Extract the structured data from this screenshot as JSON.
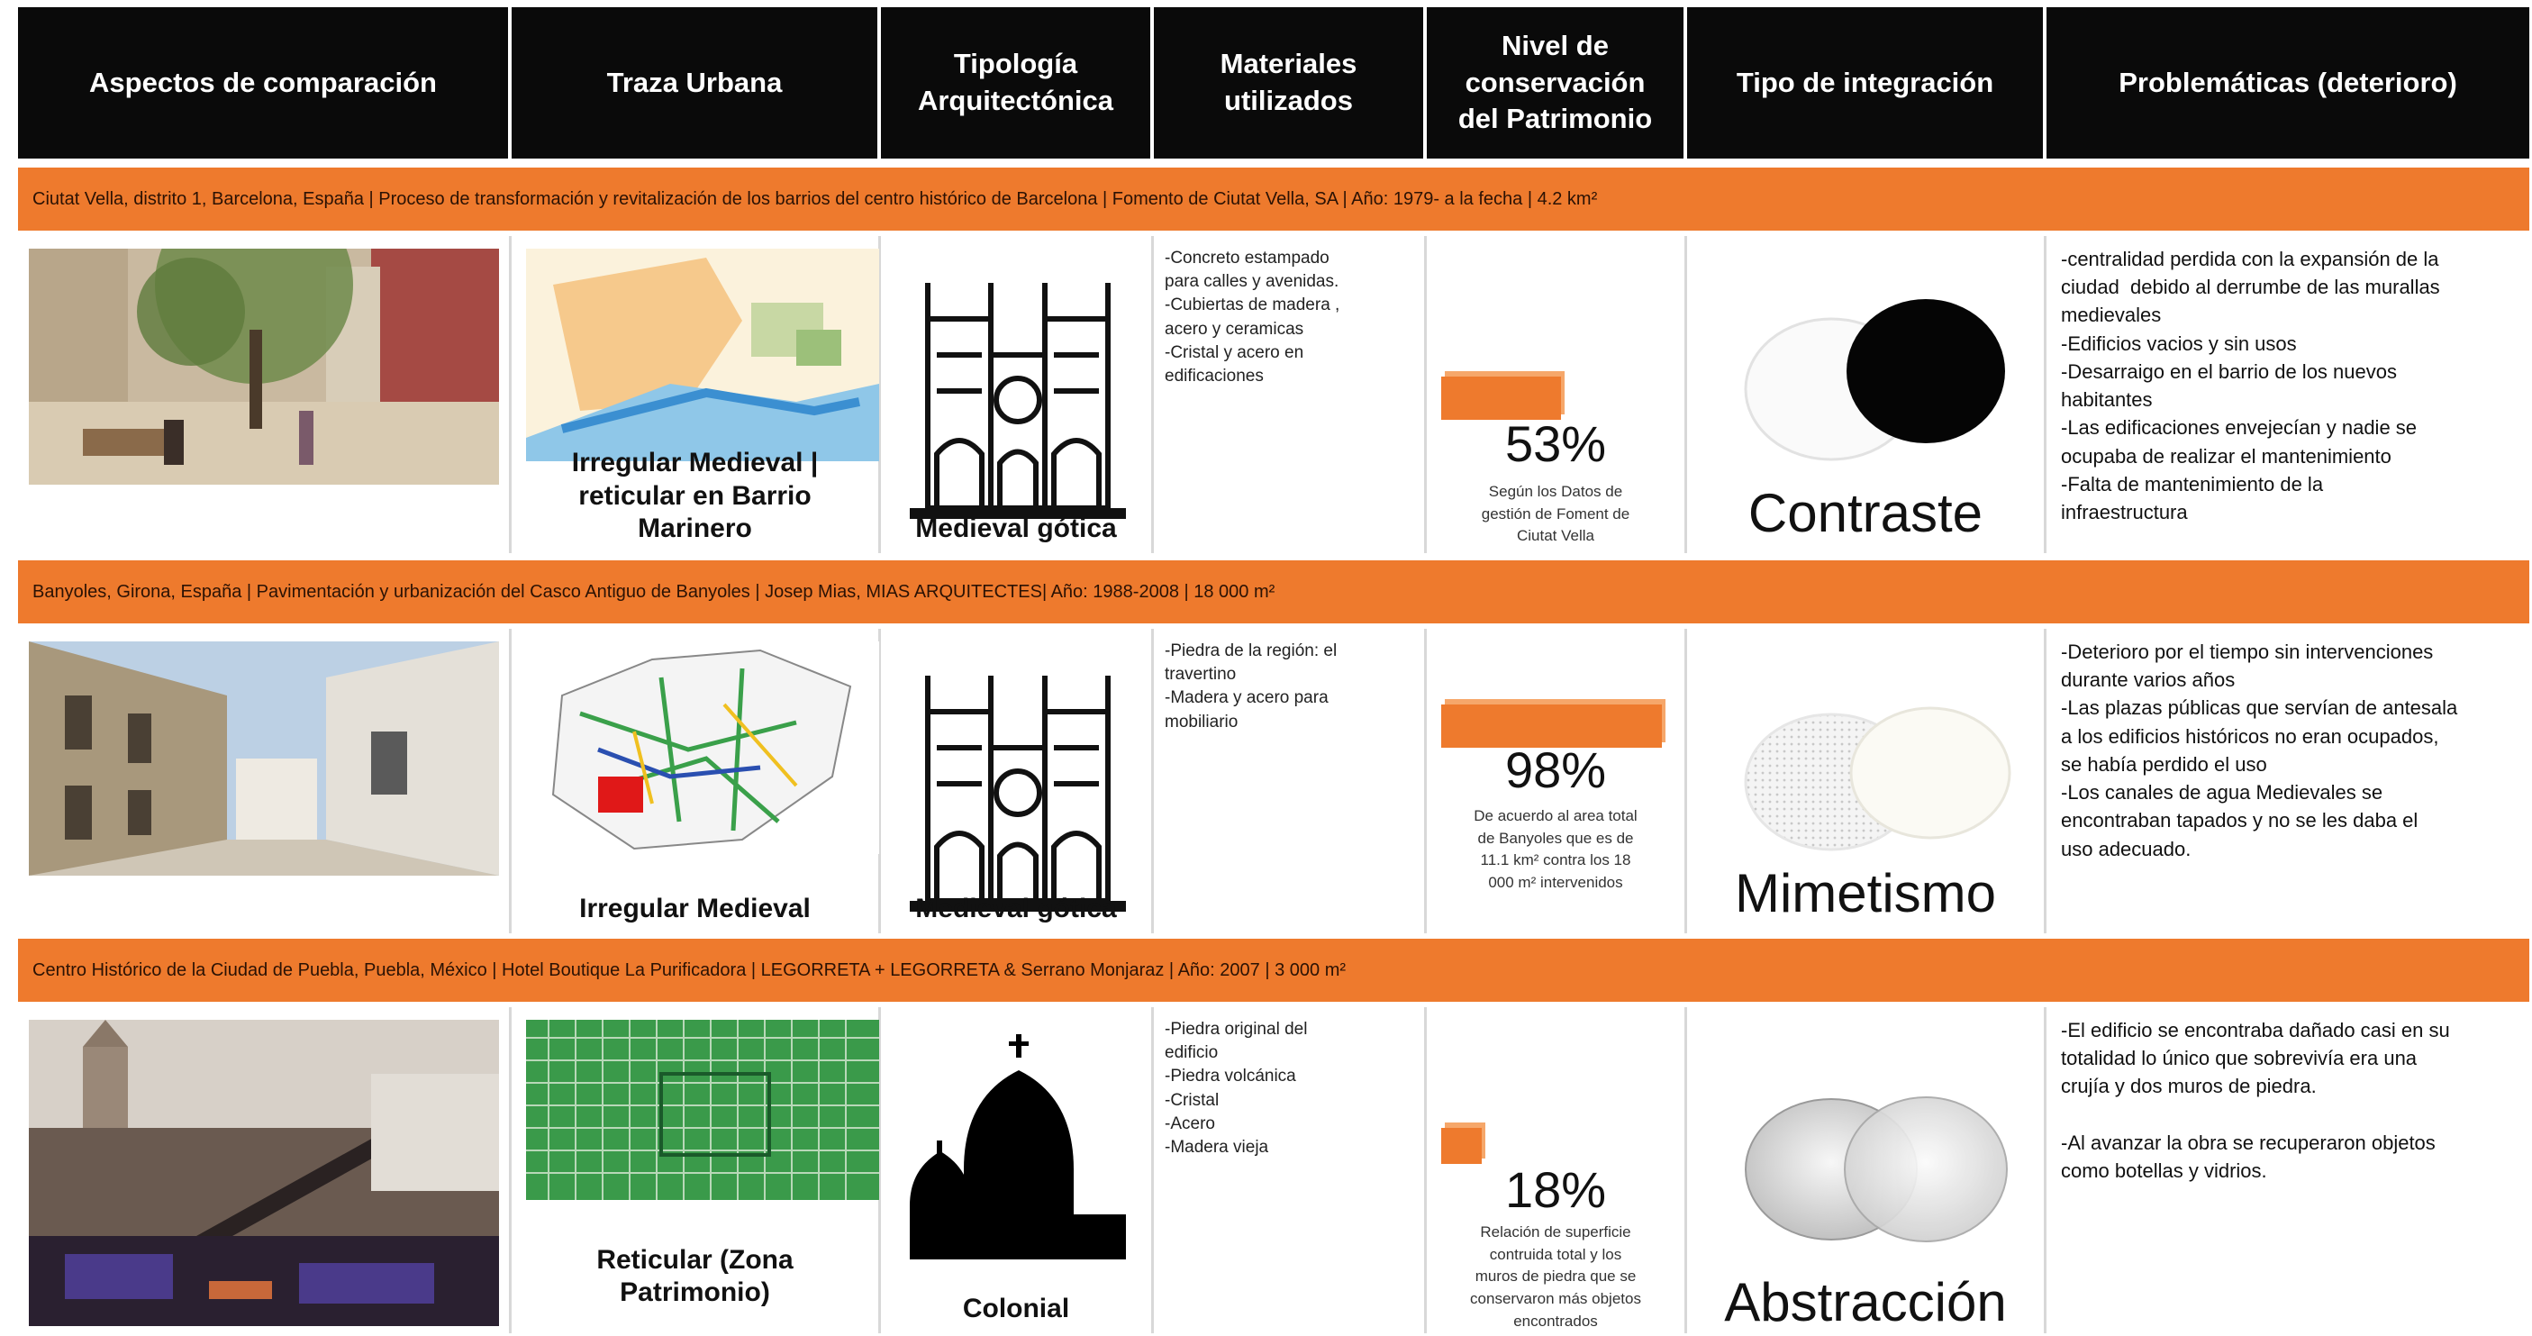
{
  "headers": [
    "Aspectos de comparación",
    "Traza Urbana",
    "Tipología\nArquitectónica",
    "Materiales\nutilizados",
    "Nivel de\nconservación\ndel Patrimonio",
    "Tipo de integración",
    "Problemáticas (deterioro)"
  ],
  "cases": [
    {
      "band": "Ciutat Vella, distrito 1, Barcelona, España | Proceso de transformación y revitalización de los barrios del centro histórico de Barcelona  | Fomento de Ciutat Vella, SA  | Año: 1979- a la fecha | 4.2 km²",
      "traza": "Irregular Medieval |\nreticular en Barrio\nMarinero",
      "tipologia": "Medieval gótica",
      "materiales": "-Concreto estampado\npara calles y avenidas.\n-Cubiertas de madera ,\nacero y ceramicas\n-Cristal y acero en\nedificaciones",
      "conservacion_pct": "53%",
      "conservacion_value": 53,
      "conservacion_note": "Según los Datos de\ngestión de Foment de\nCiutat Vella",
      "integracion": "Contraste",
      "problematicas": "-centralidad perdida con la expansión de la\nciudad  debido al derrumbe de las murallas\nmedievales\n-Edificios vacios y sin usos\n-Desarraigo en el barrio de los nuevos\nhabitantes\n-Las edificaciones envejecían y nadie se\nocupaba de realizar el mantenimiento\n-Falta de mantenimiento de la\ninfraestructura"
    },
    {
      "band": "Banyoles, Girona, España | Pavimentación y urbanización del Casco Antiguo de Banyoles | Josep Mias, MIAS ARQUITECTES| Año: 1988-2008 | 18 000 m²",
      "traza": "Irregular Medieval",
      "tipologia": "Medieval gótica",
      "materiales": "-Piedra de la región: el\ntravertino\n-Madera y acero para\nmobiliario",
      "conservacion_pct": "98%",
      "conservacion_value": 98,
      "conservacion_note": "De acuerdo al area total\nde Banyoles que es de\n11.1 km² contra los 18\n000 m² intervenidos",
      "integracion": "Mimetismo",
      "problematicas": "-Deterioro por el tiempo sin intervenciones\ndurante varios años\n-Las plazas públicas que servían de antesala\na los edificios históricos no eran ocupados,\nse había perdido el uso\n-Los canales de agua Medievales se\nencontraban tapados y no se les daba el\nuso adecuado."
    },
    {
      "band": "Centro Histórico de la Ciudad de Puebla, Puebla, México | Hotel Boutique La Purificadora | LEGORRETA + LEGORRETA & Serrano Monjaraz | Año: 2007 | 3 000  m²",
      "traza": "Reticular (Zona\nPatrimonio)",
      "tipologia": "Colonial",
      "materiales": "-Piedra original del\nedificio\n-Piedra volcánica\n-Cristal\n-Acero\n-Madera vieja",
      "conservacion_pct": "18%",
      "conservacion_value": 18,
      "conservacion_note": "Relación de superficie\ncontruida total y los\nmuros de piedra que se\nconservaron más objetos\nencontrados",
      "integracion": "Abstracción",
      "problematicas": "-El edificio se encontraba dañado casi en su\ntotalidad lo único que sobrevivía era una\ncrujía y dos muros de piedra.\n\n-Al avanzar la obra se recuperaron objetos\ncomo botellas y vidrios."
    }
  ],
  "colors": {
    "header_bg": "#0a0a0a",
    "band": "#ee7a2d",
    "bar": "#ee7a2d"
  }
}
